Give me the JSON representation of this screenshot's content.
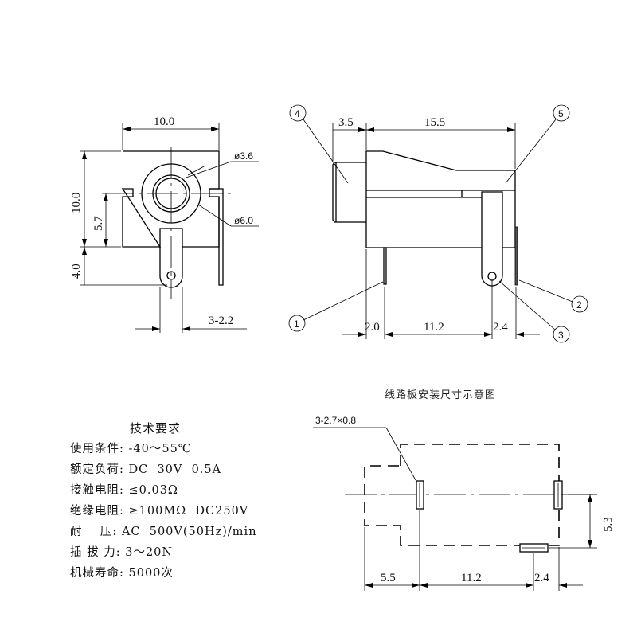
{
  "front_view": {
    "width_dim": "10.0",
    "height_dim": "10.0",
    "center_dim": "5.7",
    "pin_dim": "4.0",
    "inner_dia": "ø3.6",
    "outer_dia": "ø6.0",
    "pin_width": "3-2.2"
  },
  "side_view": {
    "dims_top": [
      "3.5",
      "15.5"
    ],
    "dims_bottom": [
      "2.0",
      "11.2",
      "2.4"
    ],
    "callouts": [
      "1",
      "2",
      "3",
      "4",
      "5"
    ]
  },
  "specs": {
    "title": "技术要求",
    "items": [
      {
        "label": "使用条件:",
        "value": "-40～55℃"
      },
      {
        "label": "额定负荷:",
        "value": "DC  30V  0.5A"
      },
      {
        "label": "接触电阻:",
        "value": "≤0.03Ω"
      },
      {
        "label": "绝缘电阻:",
        "value": "≥100MΩ  DC250V"
      },
      {
        "label": "耐    压:",
        "value": "AC  500V(50Hz)/min"
      },
      {
        "label": "插 拔 力:",
        "value": "3～20N"
      },
      {
        "label": "机械寿命:",
        "value": "5000次"
      }
    ]
  },
  "pcb_layout": {
    "title": "线路板安装尺寸示意图",
    "slot_label": "3-2.7×0.8",
    "dims_bottom": [
      "5.5",
      "11.2",
      "2.4"
    ],
    "dim_vertical": "5.3"
  }
}
